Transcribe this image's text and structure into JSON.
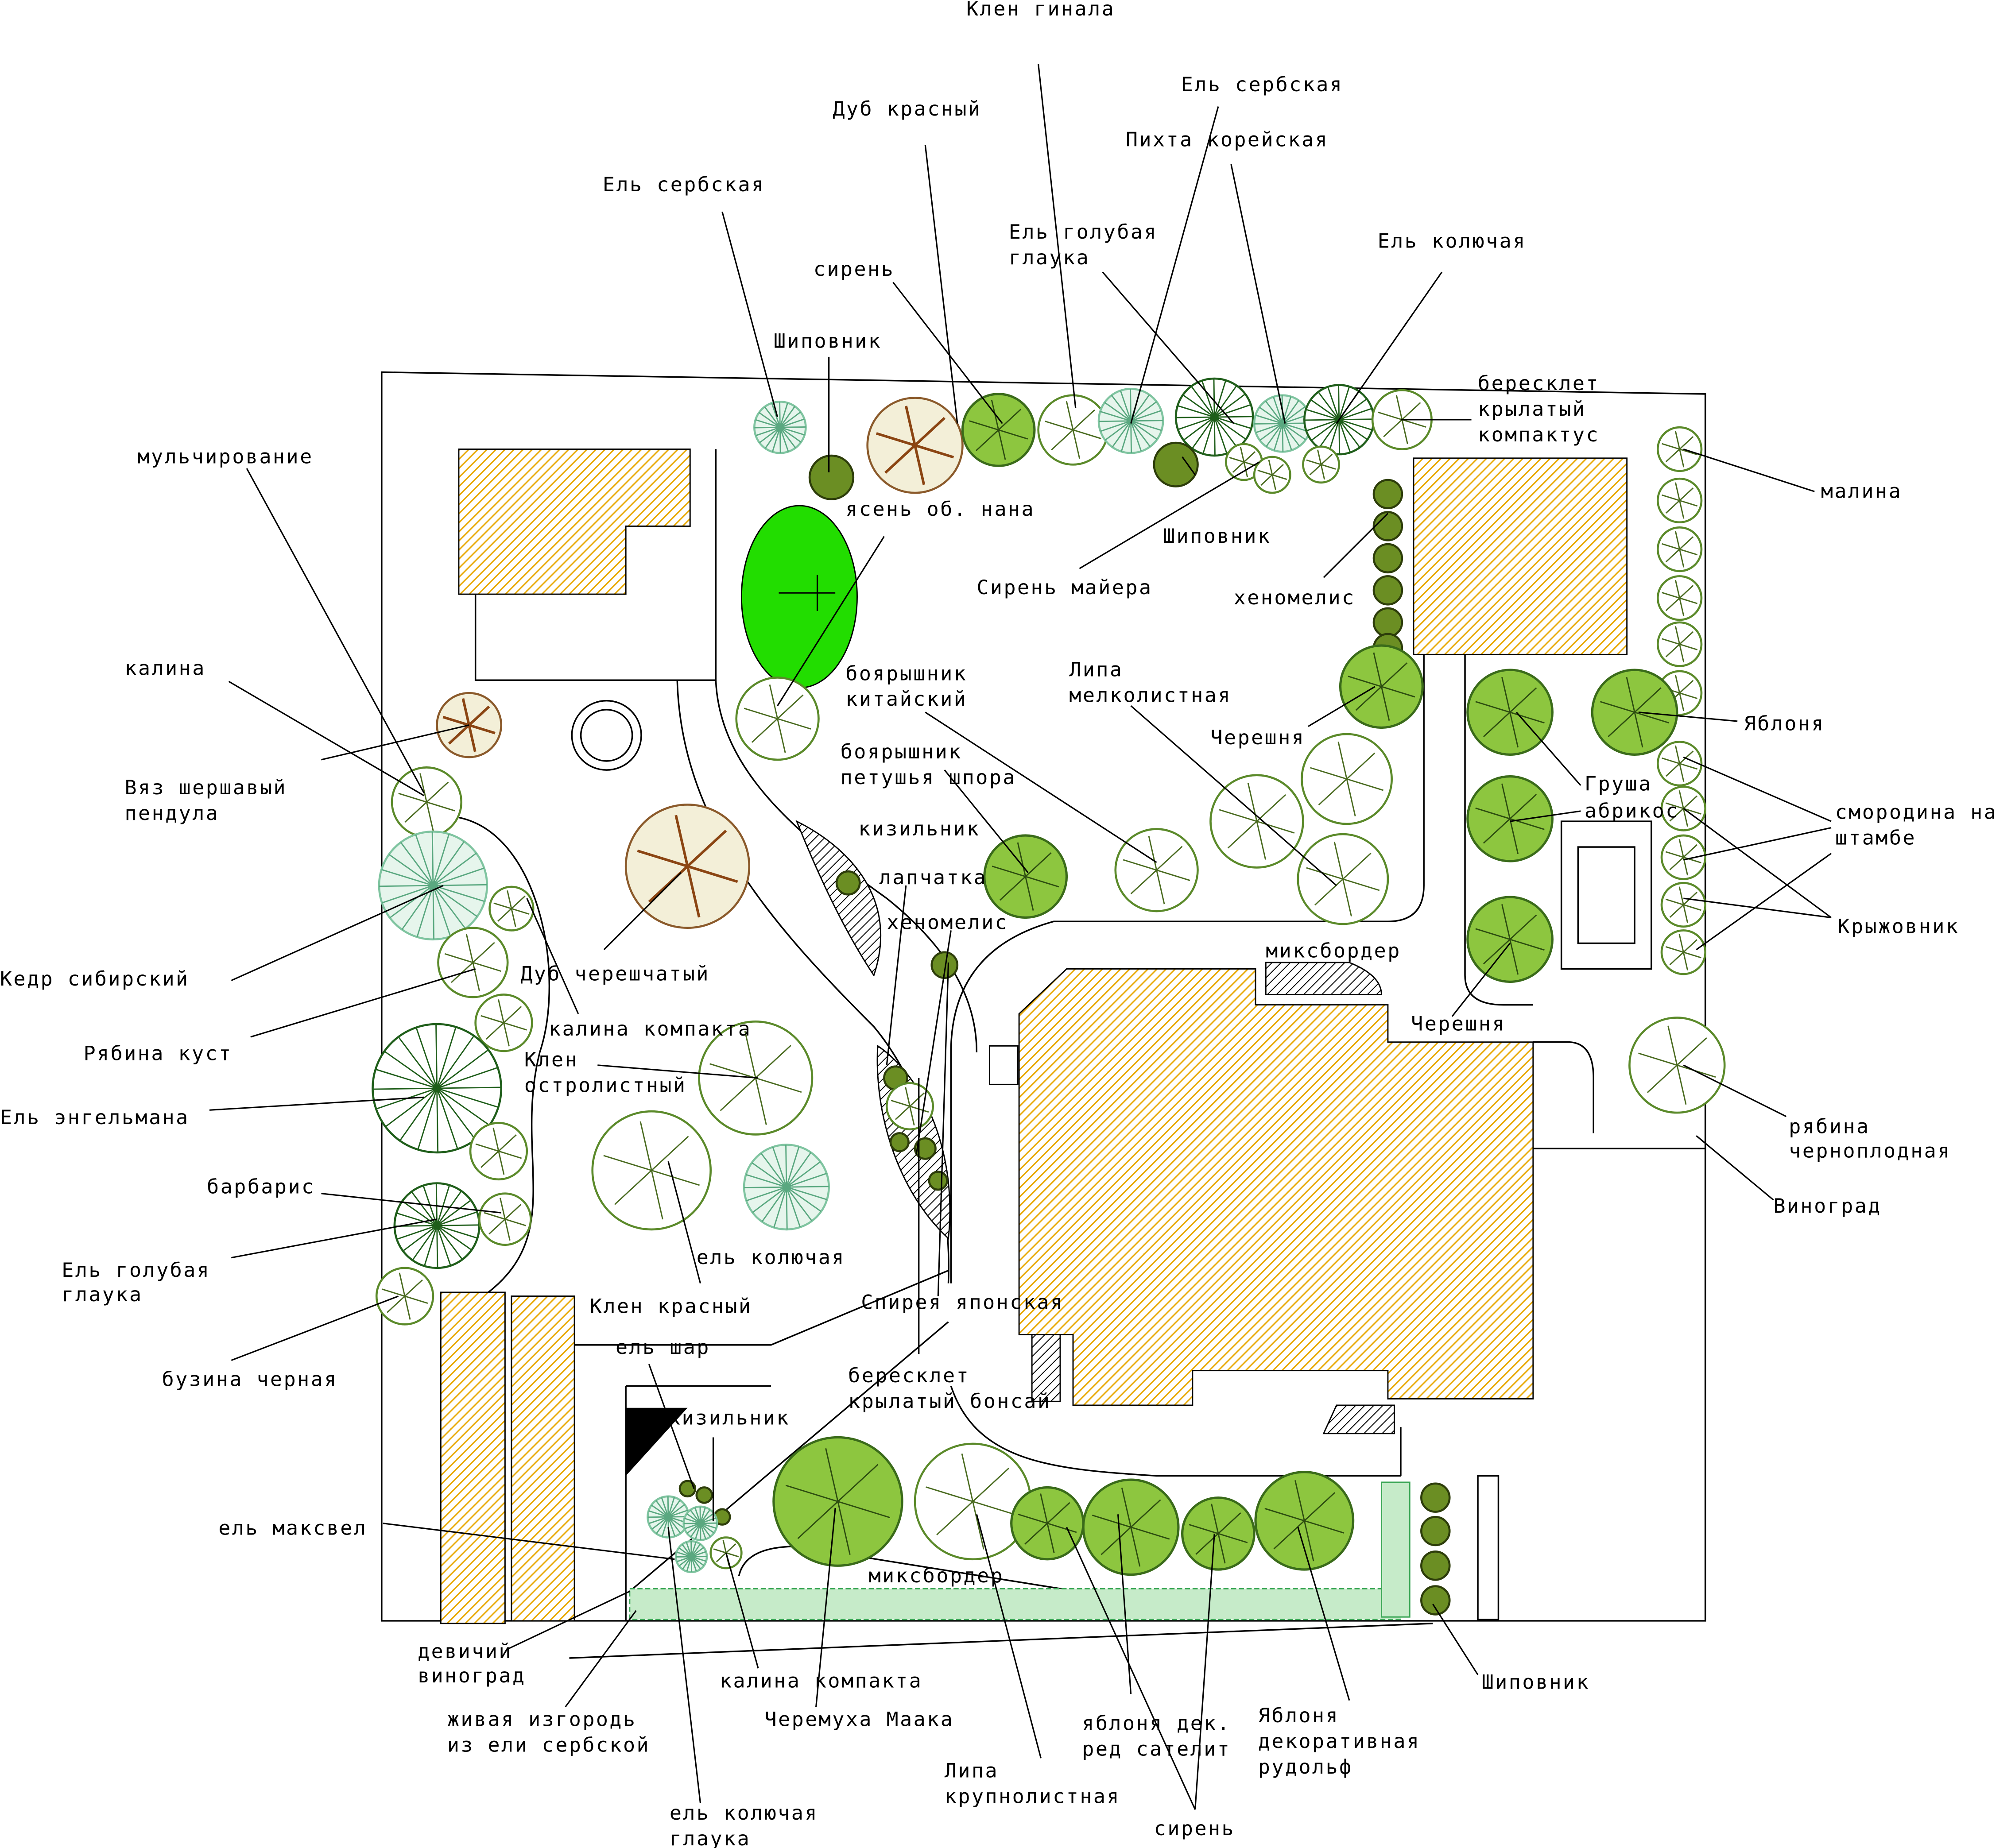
{
  "title": "Ландшафтный план участка",
  "colors": {
    "building_hatch": "#e8a800",
    "lawn_ellipse": "#22dd00",
    "fruit_tree": "#8dc63f",
    "conifer": "#1f5e1a",
    "spruce_blue": "#7fc4a0",
    "deciduous_outline": "#5b8a2a"
  },
  "labels": {
    "klen_ginala": [
      "Клен гинала"
    ],
    "dub_krasny": [
      "Дуб красный"
    ],
    "el_serb_top": [
      "Ель сербская"
    ],
    "pihta": [
      "Пихта корейская"
    ],
    "el_serb_left": [
      "Ель сербская"
    ],
    "el_golub_top": [
      "Ель голубая",
      "глаука"
    ],
    "el_koluch_top": [
      "Ель колючая"
    ],
    "siren_top": [
      "сирень"
    ],
    "shipovnik_top": [
      "Шиповник"
    ],
    "bereskl_komp": [
      "бересклет",
      "крылатый",
      "компактус"
    ],
    "mulch": [
      "мульчирование"
    ],
    "malina": [
      "малина"
    ],
    "yasen": [
      "ясень об. нана"
    ],
    "shipovnik_mid": [
      "Шиповник"
    ],
    "siren_mayera": [
      "Сирень майера"
    ],
    "henomeles_top": [
      "хеномелис"
    ],
    "kalina": [
      "калина"
    ],
    "boyar_kit": [
      "боярышник",
      "китайский"
    ],
    "lipa_melk": [
      "Липа",
      "мелколистная"
    ],
    "yablonya_right": [
      "Яблоня"
    ],
    "chereshnya_top": [
      "Черешня"
    ],
    "boyar_pet": [
      "боярышник",
      "петушья шпора"
    ],
    "vyaz": [
      "Вяз шершавый",
      "пендула"
    ],
    "grusha": [
      "Груша",
      "абрикос"
    ],
    "smorodina": [
      "смородина на",
      "штамбе"
    ],
    "kizilnik_top": [
      "кизильник"
    ],
    "lapchatka": [
      "лапчатка"
    ],
    "henomeles_mid": [
      "хеномелис"
    ],
    "kryzhovnik": [
      "Крыжовник"
    ],
    "mixborder_top": [
      "миксбордер"
    ],
    "kedr": [
      "Кедр сибирский"
    ],
    "dub_chersh": [
      "Дуб черешчатый"
    ],
    "kalina_komp_top": [
      "калина компакта"
    ],
    "chereshnya_right": [
      "Черешня"
    ],
    "ryabina_kust": [
      "Рябина куст"
    ],
    "klen_ostr": [
      "Клен",
      "остролистный"
    ],
    "el_engelm": [
      "Ель энгельмана"
    ],
    "ryabina_cherno": [
      "рябина",
      "черноплодная"
    ],
    "barbaris": [
      "барбарис"
    ],
    "vinograd": [
      "Виноград"
    ],
    "el_koluch_mid": [
      "ель колючая"
    ],
    "el_golub_left": [
      "Ель голубая",
      "глаука"
    ],
    "klen_krasny": [
      "Клен красный"
    ],
    "spireya": [
      "Спирея японская"
    ],
    "el_shar": [
      "ель шар"
    ],
    "buzina": [
      "бузина черная"
    ],
    "bereskl_bonsai": [
      "бересклет",
      "крылатый бонсай"
    ],
    "kizilnik_bot": [
      "кизильник"
    ],
    "el_maksvel": [
      "ель максвел"
    ],
    "mixborder_bot": [
      "миксбордер"
    ],
    "devichiy": [
      "девичий",
      "виноград"
    ],
    "kalina_komp_bot": [
      "калина компакта"
    ],
    "shipovnik_bot": [
      "Шиповник"
    ],
    "zhivaya": [
      "живая изгородь",
      "из ели сербской"
    ],
    "cheremuha": [
      "Черемуха Маака"
    ],
    "yablonya_rud": [
      "Яблоня",
      "декоративная",
      "рудольф"
    ],
    "yablonya_red": [
      "яблоня дек.",
      "ред сателит"
    ],
    "lipa_krup": [
      "Липа",
      "крупнолистная"
    ],
    "el_koluch_glauka": [
      "ель колючая",
      "глаука"
    ],
    "siren_bot": [
      "сирень"
    ]
  }
}
